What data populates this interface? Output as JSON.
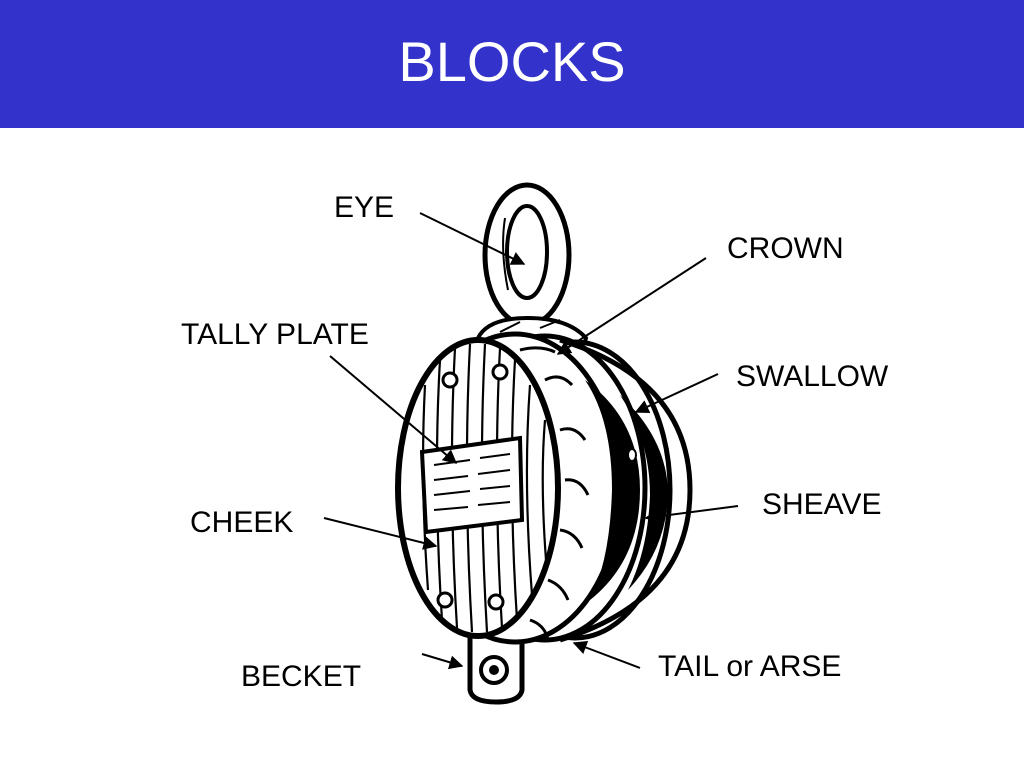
{
  "title": "BLOCKS",
  "colors": {
    "header_bg": "#3333cc",
    "title_text": "#ffffff",
    "ink": "#000000"
  },
  "labels": {
    "eye": "EYE",
    "crown": "CROWN",
    "tally_plate": "TALLY PLATE",
    "swallow": "SWALLOW",
    "sheave": "SHEAVE",
    "cheek": "CHEEK",
    "becket": "BECKET",
    "tail": "TAIL or ARSE"
  }
}
